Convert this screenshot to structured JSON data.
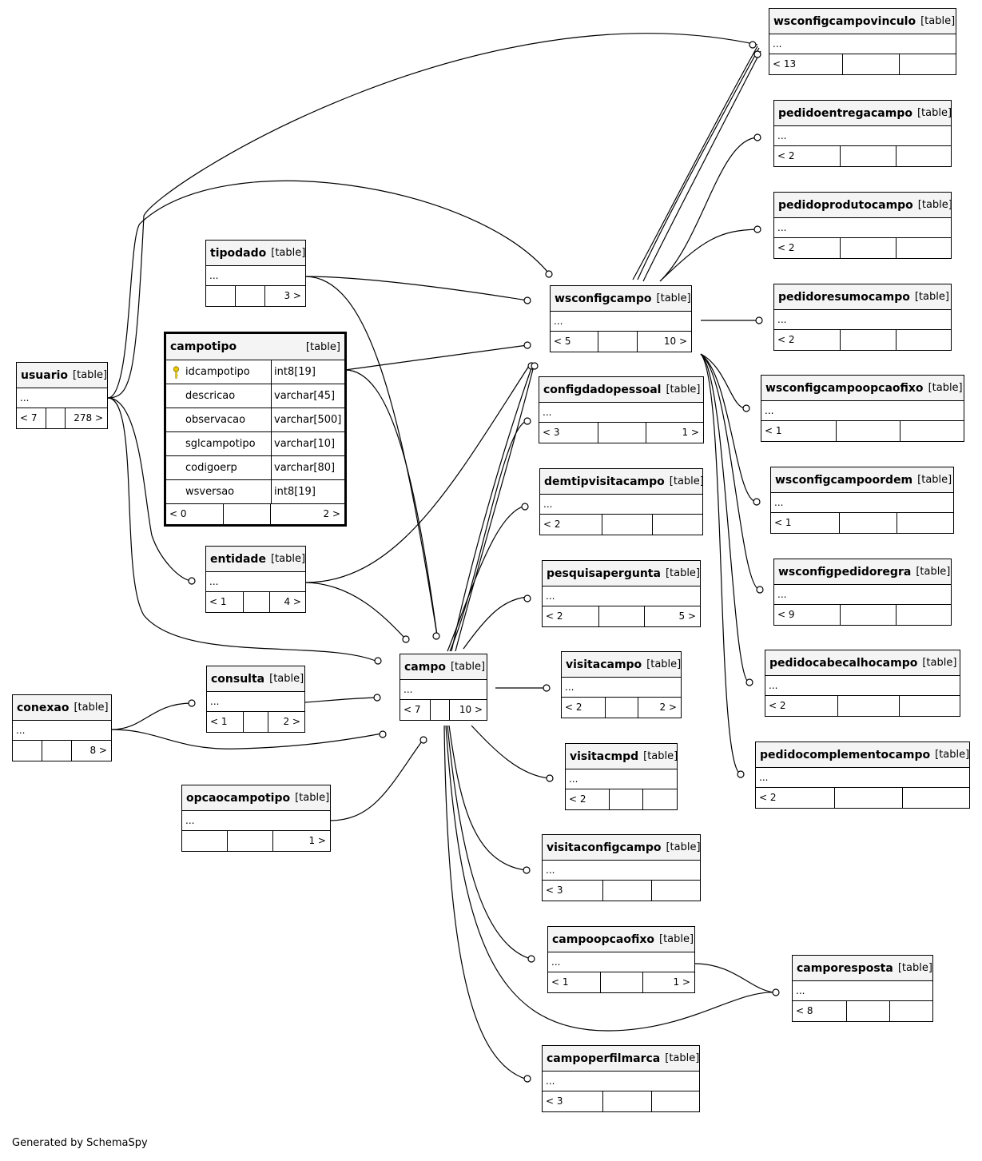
{
  "tables": [
    {
      "name": "wsconfigcampovinculo",
      "type": "[table]",
      "dots": "...",
      "footer": [
        "< 13",
        "",
        ""
      ]
    },
    {
      "name": "pedidoentregacampo",
      "type": "[table]",
      "dots": "...",
      "footer": [
        "< 2",
        "",
        ""
      ]
    },
    {
      "name": "pedidoprodutocampo",
      "type": "[table]",
      "dots": "...",
      "footer": [
        "< 2",
        "",
        ""
      ]
    },
    {
      "name": "pedidoresumocampo",
      "type": "[table]",
      "dots": "...",
      "footer": [
        "< 2",
        "",
        ""
      ]
    },
    {
      "name": "wsconfigcampoopcaofixo",
      "type": "[table]",
      "dots": "...",
      "footer": [
        "< 1",
        "",
        ""
      ]
    },
    {
      "name": "wsconfigcampoordem",
      "type": "[table]",
      "dots": "...",
      "footer": [
        "< 1",
        "",
        ""
      ]
    },
    {
      "name": "wsconfigpedidoregra",
      "type": "[table]",
      "dots": "...",
      "footer": [
        "< 9",
        "",
        ""
      ]
    },
    {
      "name": "pedidocabecalhocampo",
      "type": "[table]",
      "dots": "...",
      "footer": [
        "< 2",
        "",
        ""
      ]
    },
    {
      "name": "pedidocomplementocampo",
      "type": "[table]",
      "dots": "...",
      "footer": [
        "< 2",
        "",
        ""
      ]
    },
    {
      "name": "wsconfigcampo",
      "type": "[table]",
      "dots": "...",
      "footer": [
        "< 5",
        "",
        "10 >"
      ]
    },
    {
      "name": "tipodado",
      "type": "[table]",
      "dots": "...",
      "footer": [
        "",
        "",
        "3 >"
      ]
    },
    {
      "name": "configdadopessoal",
      "type": "[table]",
      "dots": "...",
      "footer": [
        "< 3",
        "",
        "1 >"
      ]
    },
    {
      "name": "demtipvisitacampo",
      "type": "[table]",
      "dots": "...",
      "footer": [
        "< 2",
        "",
        ""
      ]
    },
    {
      "name": "pesquisapergunta",
      "type": "[table]",
      "dots": "...",
      "footer": [
        "< 2",
        "",
        "5 >"
      ]
    },
    {
      "name": "visitacampo",
      "type": "[table]",
      "dots": "...",
      "footer": [
        "< 2",
        "",
        "2 >"
      ]
    },
    {
      "name": "visitacmpd",
      "type": "[table]",
      "dots": "...",
      "footer": [
        "< 2",
        "",
        ""
      ]
    },
    {
      "name": "visitaconfigcampo",
      "type": "[table]",
      "dots": "...",
      "footer": [
        "< 3",
        "",
        ""
      ]
    },
    {
      "name": "campoopcaofixo",
      "type": "[table]",
      "dots": "...",
      "footer": [
        "< 1",
        "",
        "1 >"
      ]
    },
    {
      "name": "camporesposta",
      "type": "[table]",
      "dots": "...",
      "footer": [
        "< 8",
        "",
        ""
      ]
    },
    {
      "name": "campoperfilmarca",
      "type": "[table]",
      "dots": "...",
      "footer": [
        "< 3",
        "",
        ""
      ]
    },
    {
      "name": "usuario",
      "type": "[table]",
      "dots": "...",
      "footer": [
        "< 7",
        "",
        "278 >"
      ]
    },
    {
      "name": "entidade",
      "type": "[table]",
      "dots": "...",
      "footer": [
        "< 1",
        "",
        "4 >"
      ]
    },
    {
      "name": "campo",
      "type": "[table]",
      "dots": "...",
      "footer": [
        "< 7",
        "",
        "10 >"
      ]
    },
    {
      "name": "consulta",
      "type": "[table]",
      "dots": "...",
      "footer": [
        "< 1",
        "",
        "2 >"
      ]
    },
    {
      "name": "conexao",
      "type": "[table]",
      "dots": "...",
      "footer": [
        "",
        "",
        "8 >"
      ]
    },
    {
      "name": "opcaocampotipo",
      "type": "[table]",
      "dots": "...",
      "footer": [
        "",
        "",
        "1 >"
      ]
    }
  ],
  "focus": {
    "name": "campotipo",
    "type": "[table]",
    "columns": [
      {
        "name": "idcampotipo",
        "type": "int8[19]",
        "pk": true
      },
      {
        "name": "descricao",
        "type": "varchar[45]"
      },
      {
        "name": "observacao",
        "type": "varchar[500]"
      },
      {
        "name": "sglcampotipo",
        "type": "varchar[10]"
      },
      {
        "name": "codigoerp",
        "type": "varchar[80]"
      },
      {
        "name": "wsversao",
        "type": "int8[19]"
      }
    ],
    "footer": [
      "< 0",
      "",
      "2 >"
    ]
  },
  "credit": "Generated by SchemaSpy"
}
